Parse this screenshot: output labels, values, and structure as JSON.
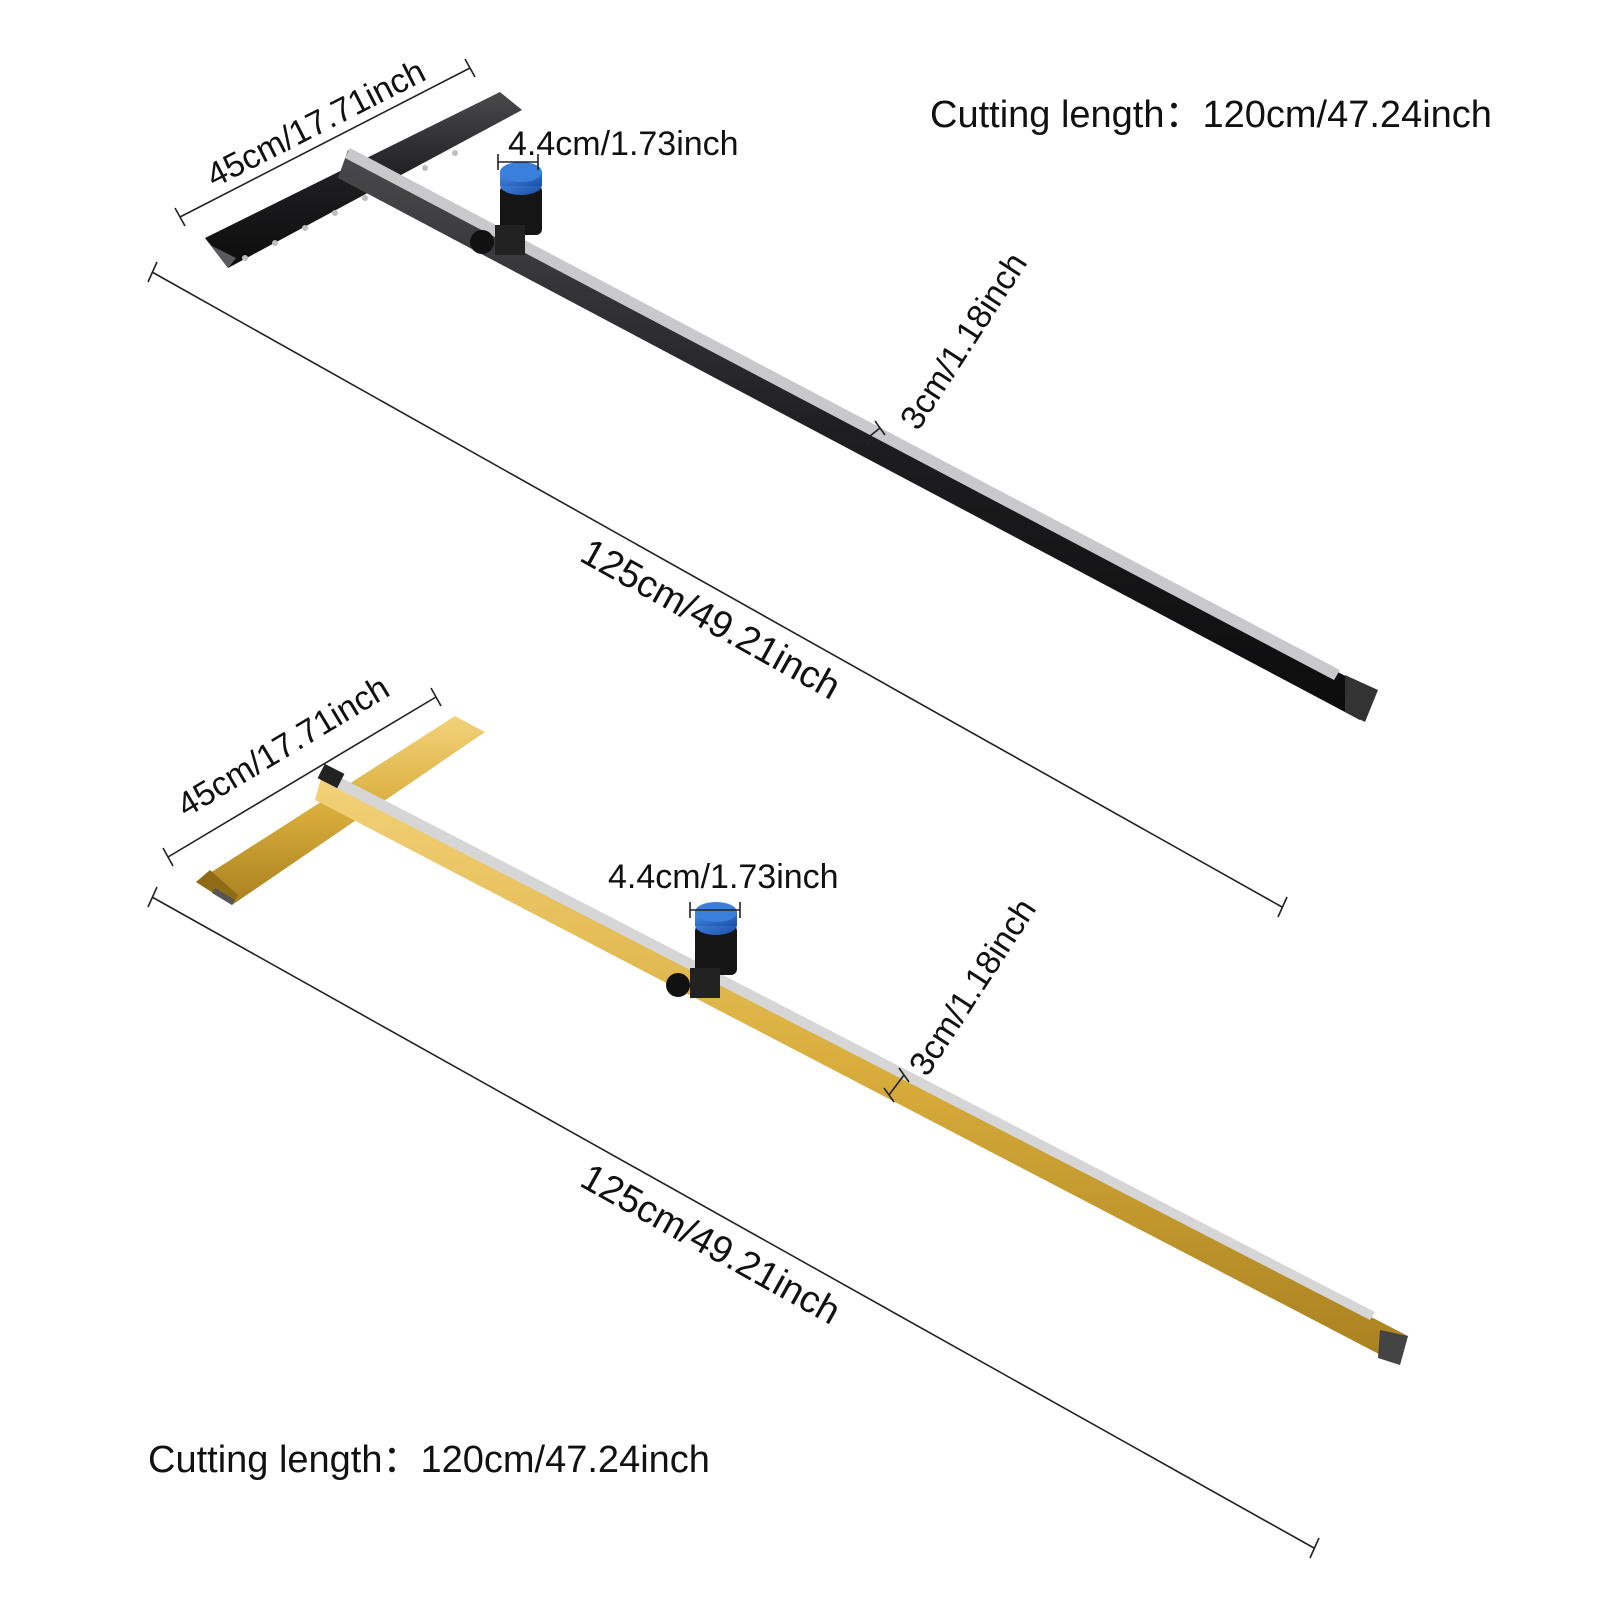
{
  "black_cutter": {
    "cutting_length": "Cutting length：120cm/47.24inch",
    "head_width": "45cm/17.71inch",
    "cutter_width": "4.4cm/1.73inch",
    "bar_width": "3cm/1.18inch",
    "total_length": "125cm/49.21inch",
    "color": "#1e1e20"
  },
  "gold_cutter": {
    "cutting_length": "Cutting length：120cm/47.24inch",
    "head_width": "45cm/17.71inch",
    "cutter_width": "4.4cm/1.73inch",
    "bar_width": "3cm/1.18inch",
    "total_length": "125cm/49.21inch",
    "color": "#d9ad3c"
  },
  "cutter_cap_color": "#1f63c8"
}
